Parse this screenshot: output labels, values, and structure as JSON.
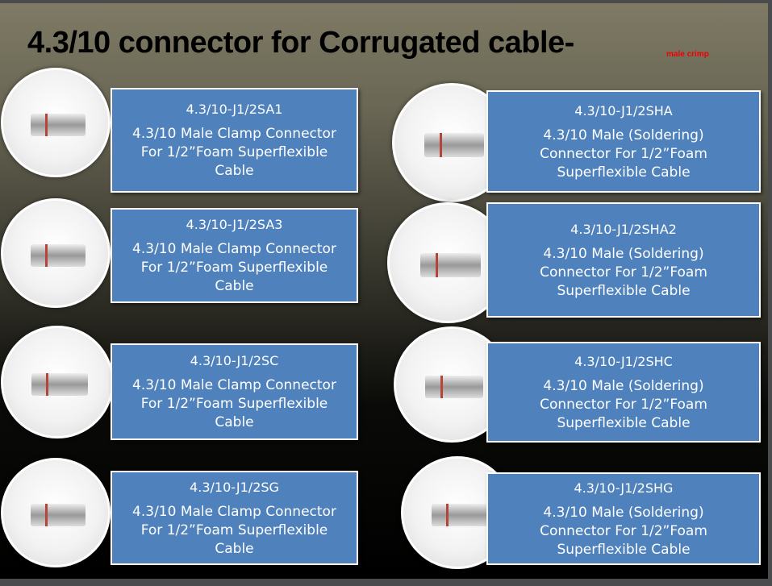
{
  "title": "4.3/10  connector for Corrugated cable-",
  "subtitle": "male crimp",
  "products": [
    {
      "code": "4.3/10-J1/2SA1",
      "desc": [
        "4.3/10 Male Clamp Connector",
        "For 1/2”Foam Superflexible",
        "Cable"
      ]
    },
    {
      "code": "4.3/10-J1/2SA3",
      "desc": [
        "4.3/10 Male Clamp Connector",
        "For 1/2”Foam Superflexible",
        "Cable"
      ]
    },
    {
      "code": "4.3/10-J1/2SC",
      "desc": [
        "4.3/10 Male Clamp Connector",
        "For 1/2”Foam Superflexible",
        "Cable"
      ]
    },
    {
      "code": "4.3/10-J1/2SG",
      "desc": [
        "4.3/10 Male Clamp Connector",
        "For 1/2”Foam Superflexible",
        "Cable"
      ]
    },
    {
      "code": "4.3/10-J1/2SHA",
      "desc": [
        "4.3/10 Male (Soldering)",
        "Connector For 1/2”Foam",
        "Superflexible Cable"
      ]
    },
    {
      "code": "4.3/10-J1/2SHA2",
      "desc": [
        "4.3/10 Male (Soldering)",
        "Connector For 1/2”Foam",
        "Superflexible Cable"
      ]
    },
    {
      "code": "4.3/10-J1/2SHC",
      "desc": [
        "4.3/10 Male (Soldering)",
        "Connector For 1/2”Foam",
        "Superflexible Cable"
      ]
    },
    {
      "code": "4.3/10-J1/2SHG",
      "desc": [
        "4.3/10 Male (Soldering)",
        "Connector For 1/2”Foam",
        "Superflexible Cable"
      ]
    }
  ]
}
